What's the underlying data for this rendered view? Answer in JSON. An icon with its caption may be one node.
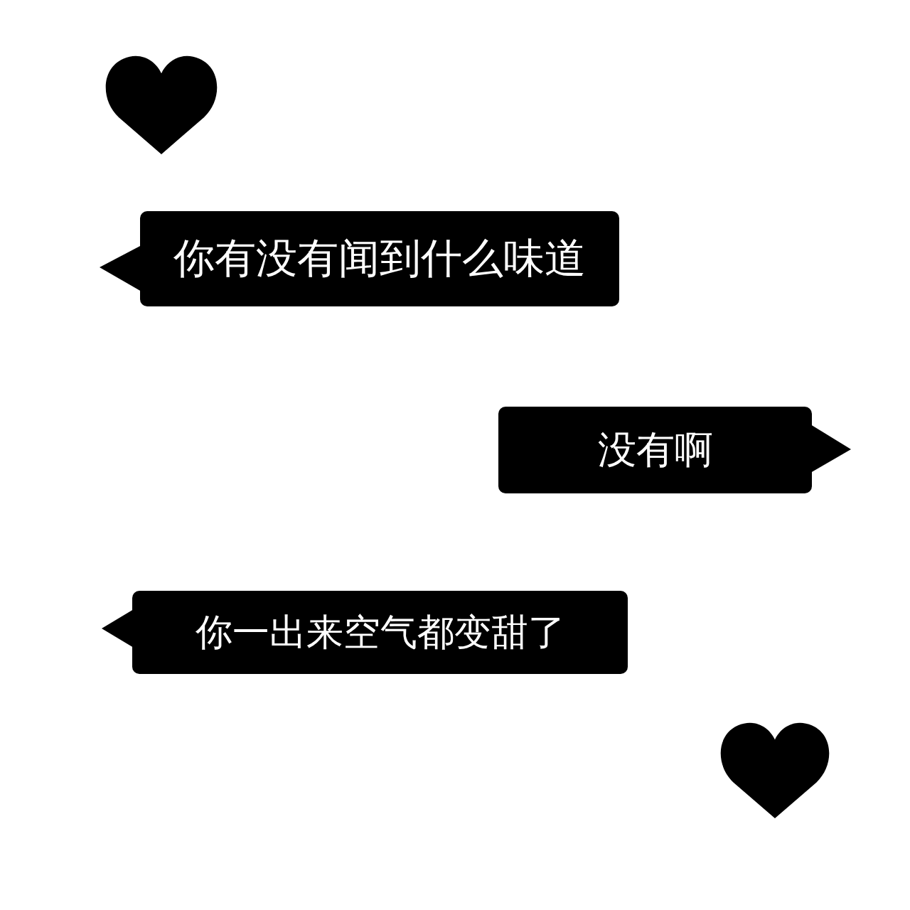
{
  "diagram": {
    "nodes": [
      {
        "text": [
          "你有没有闻到什么味道"
        ]
      },
      {
        "text": [
          "没有啊"
        ]
      },
      {
        "text": [
          "你一出来空气都变甜了"
        ]
      }
    ]
  }
}
